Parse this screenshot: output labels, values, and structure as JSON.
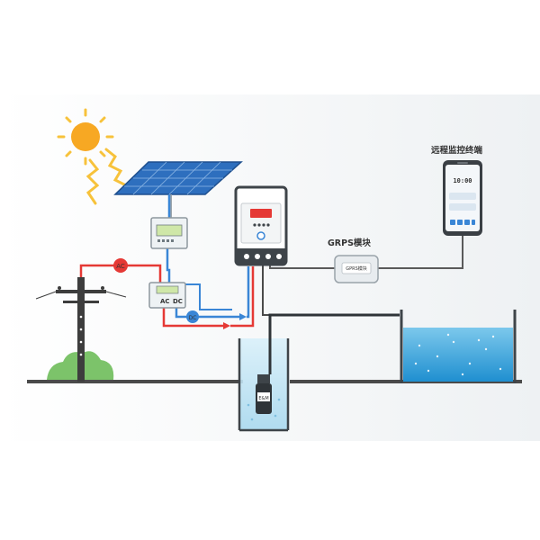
{
  "labels": {
    "remote_terminal": "远程监控终端",
    "grps_module": "GRPS模块",
    "grps_device_text": "GPRS模块",
    "ac_tag": "AC",
    "dc_tag": "DC",
    "converter_ac": "AC",
    "converter_dc": "DC",
    "phone_time": "10:00",
    "pump_text": "E&M"
  },
  "colors": {
    "ac_line": "#e53935",
    "dc_line": "#3a86d6",
    "ground": "#4a4a4a",
    "panel": "#2e6fbe",
    "water": "#bfe3f3",
    "pool_water": "#2aa3dc",
    "sun": "#f7a823",
    "bush": "#7cc36a"
  },
  "icons": {
    "sun": "sun-icon",
    "solar_panel": "solar-panel-icon",
    "pole": "utility-pole-icon",
    "phone": "smartphone-icon",
    "pump": "water-pump-icon"
  }
}
